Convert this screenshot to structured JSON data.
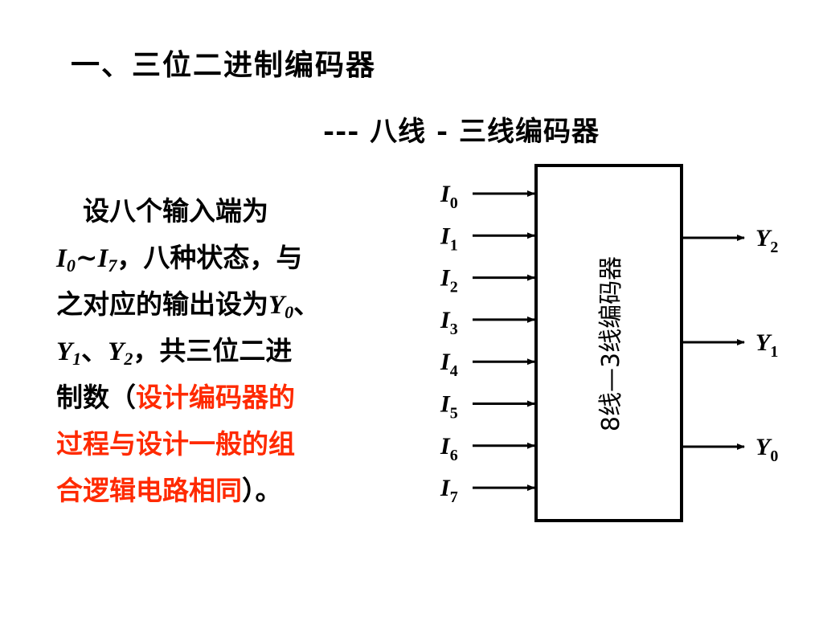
{
  "title": "一、三位二进制编码器",
  "subtitle": "--- 八线 - 三线编码器",
  "paragraph": {
    "l1": "设八个输入端为",
    "l2_i0_base": "I",
    "l2_i0_sub": "0",
    "l2_tilde": "~",
    "l2_i7_base": "I",
    "l2_i7_sub": "7",
    "l2_rest": "，八种状态，与",
    "l3_text": "之对应的输出设为",
    "l3_y_base": "Y",
    "l3_y_sub": "0",
    "l3_sep": "、",
    "l4_y1_base": "Y",
    "l4_y1_sub": "1",
    "l4_sep": "、",
    "l4_y2_base": "Y",
    "l4_y2_sub": "2",
    "l4_rest": "，共三位二进",
    "l5_black": "制数（",
    "l5_red": "设计编码器的",
    "l6_red": "过程与设计一般的组",
    "l7_red": "合逻辑电路相同",
    "l7_black": "）。"
  },
  "encoder": {
    "block_label": "8线—3线编码器",
    "inputs": [
      {
        "base": "I",
        "sub": "0"
      },
      {
        "base": "I",
        "sub": "1"
      },
      {
        "base": "I",
        "sub": "2"
      },
      {
        "base": "I",
        "sub": "3"
      },
      {
        "base": "I",
        "sub": "4"
      },
      {
        "base": "I",
        "sub": "5"
      },
      {
        "base": "I",
        "sub": "6"
      },
      {
        "base": "I",
        "sub": "7"
      }
    ],
    "outputs": [
      {
        "base": "Y",
        "sub": "2"
      },
      {
        "base": "Y",
        "sub": "1"
      },
      {
        "base": "Y",
        "sub": "0"
      }
    ]
  },
  "colors": {
    "text": "#000000",
    "highlight": "#ff2a00"
  }
}
